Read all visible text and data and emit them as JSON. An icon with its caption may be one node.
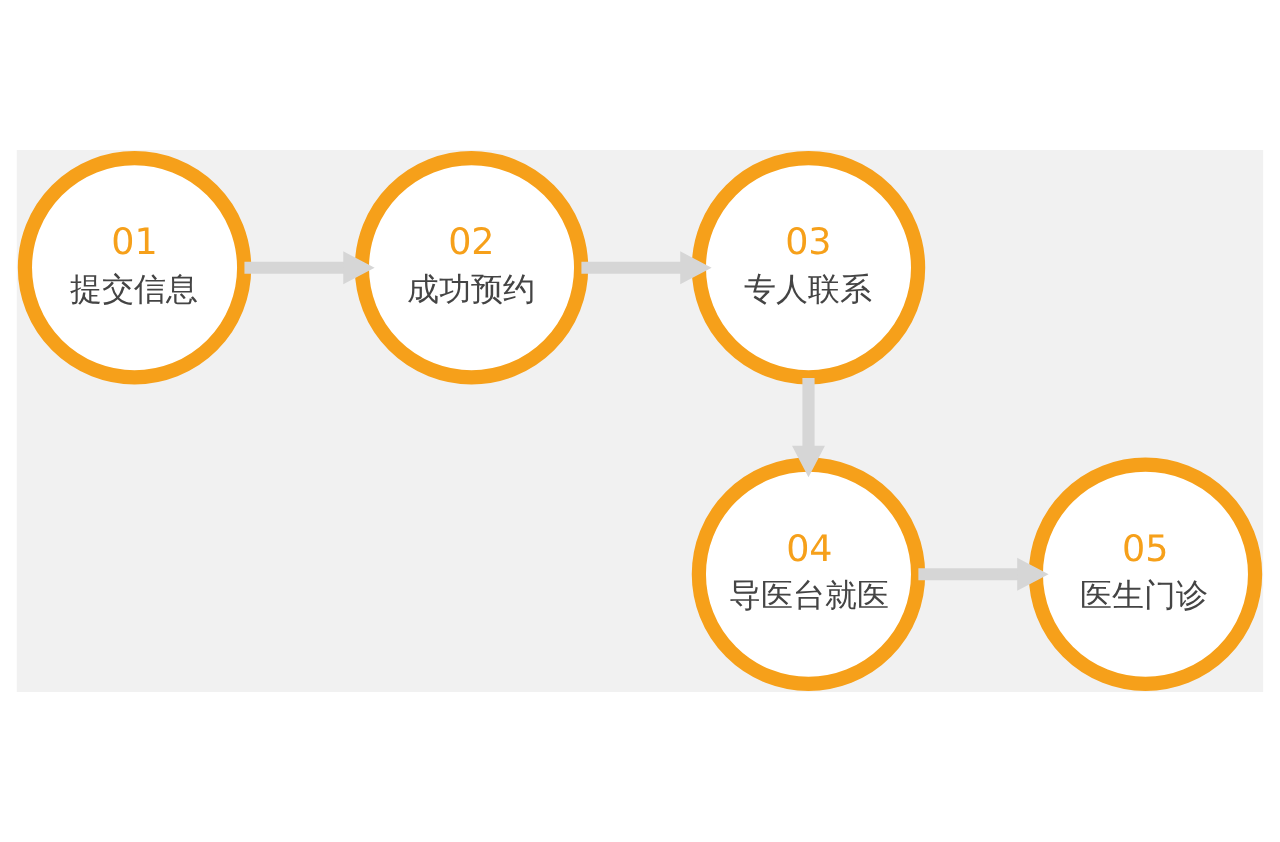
{
  "diagram": {
    "nodes": [
      {
        "text": [
          "01",
          "提交信息"
        ]
      },
      {
        "text": [
          "02",
          "成功预约"
        ]
      },
      {
        "text": [
          "03",
          "专人联系"
        ]
      },
      {
        "text": [
          "04",
          "导医台就医"
        ]
      },
      {
        "text": [
          "05",
          "医生门诊"
        ]
      }
    ],
    "edges": [
      {
        "from": 0,
        "to": 1,
        "arrow": "to"
      },
      {
        "from": 1,
        "to": 2,
        "arrow": "to"
      },
      {
        "from": 2,
        "to": 3,
        "arrow": "to"
      },
      {
        "from": 3,
        "to": 4,
        "arrow": "to"
      }
    ]
  }
}
